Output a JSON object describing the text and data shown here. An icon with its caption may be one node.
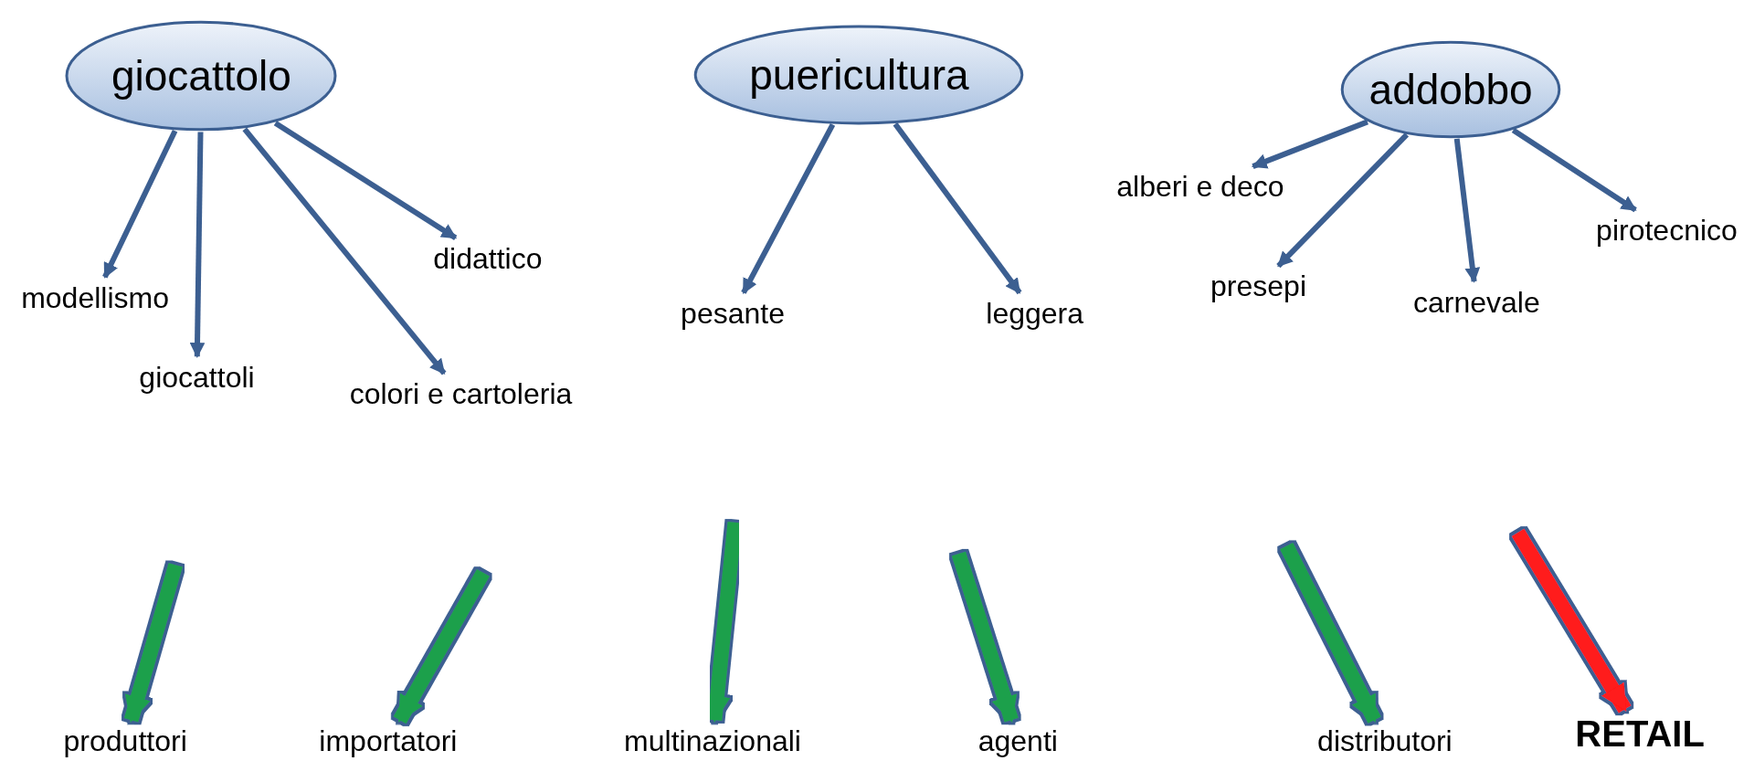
{
  "diagram": {
    "nodes": [
      {
        "text": [
          "giocattolo"
        ]
      },
      {
        "text": [
          "puericultura"
        ]
      },
      {
        "text": [
          "addobbo"
        ]
      },
      {
        "text": [
          "modellismo"
        ]
      },
      {
        "text": [
          "giocattoli"
        ]
      },
      {
        "text": [
          "colori e cartoleria"
        ]
      },
      {
        "text": [
          "didattico"
        ]
      },
      {
        "text": [
          "pesante"
        ]
      },
      {
        "text": [
          "leggera"
        ]
      },
      {
        "text": [
          "alberi e deco"
        ]
      },
      {
        "text": [
          "presepi"
        ]
      },
      {
        "text": [
          "carnevale"
        ]
      },
      {
        "text": [
          "pirotecnico"
        ]
      },
      {
        "text": [
          "produttori"
        ]
      },
      {
        "text": [
          "importatori"
        ]
      },
      {
        "text": [
          "multinazionali"
        ]
      },
      {
        "text": [
          "agenti"
        ]
      },
      {
        "text": [
          "distributori"
        ]
      },
      {
        "text": [
          "RETAIL"
        ]
      }
    ],
    "edges": [
      {
        "from": 0,
        "to": 3,
        "arrow": "to"
      },
      {
        "from": 0,
        "to": 4,
        "arrow": "to"
      },
      {
        "from": 0,
        "to": 5,
        "arrow": "to"
      },
      {
        "from": 0,
        "to": 6,
        "arrow": "to"
      },
      {
        "from": 1,
        "to": 7,
        "arrow": "to"
      },
      {
        "from": 1,
        "to": 8,
        "arrow": "to"
      },
      {
        "from": 2,
        "to": 9,
        "arrow": "to"
      },
      {
        "from": 2,
        "to": 10,
        "arrow": "to"
      },
      {
        "from": 2,
        "to": 11,
        "arrow": "to"
      },
      {
        "from": 2,
        "to": 12,
        "arrow": "to"
      },
      {
        "from": null,
        "to": 13,
        "arrow": "to",
        "style": "thick",
        "color": "#1fa04c"
      },
      {
        "from": null,
        "to": 14,
        "arrow": "to",
        "style": "thick",
        "color": "#1fa04c"
      },
      {
        "from": null,
        "to": 15,
        "arrow": "to",
        "style": "thick",
        "color": "#1fa04c"
      },
      {
        "from": null,
        "to": 16,
        "arrow": "to",
        "style": "thick",
        "color": "#1fa04c"
      },
      {
        "from": null,
        "to": 17,
        "arrow": "to",
        "style": "thick",
        "color": "#1fa04c"
      },
      {
        "from": null,
        "to": 18,
        "arrow": "to",
        "style": "thick",
        "color": "#ff1a1a"
      }
    ]
  }
}
